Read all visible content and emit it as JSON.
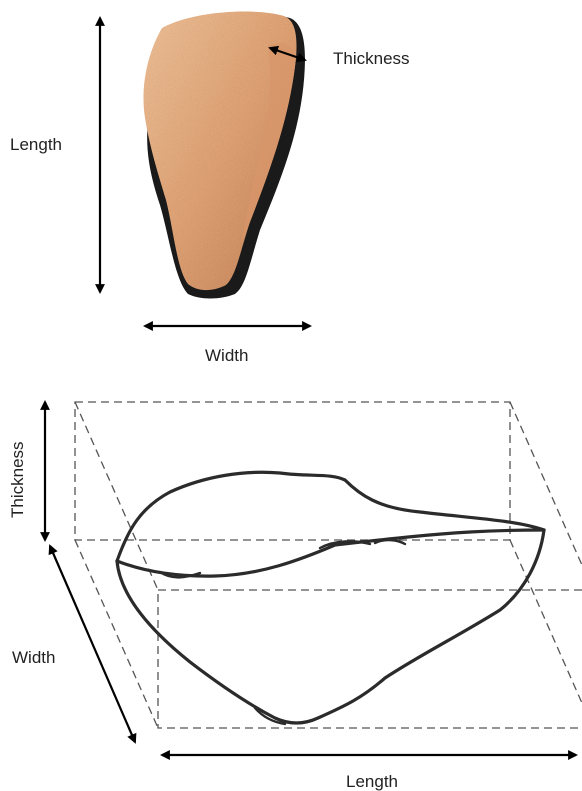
{
  "labels": {
    "top_thickness": "Thickness",
    "top_length": "Length",
    "top_width": "Width",
    "bottom_thickness": "Thickness",
    "bottom_width": "Width",
    "bottom_length": "Length"
  },
  "colors": {
    "stone_light": "#f2c39a",
    "stone_mid": "#e3a576",
    "stone_dark": "#c8845a",
    "shadow": "#1a1a1a",
    "outline": "#2b2b2b",
    "dash": "#555555",
    "arrow": "#000000"
  }
}
